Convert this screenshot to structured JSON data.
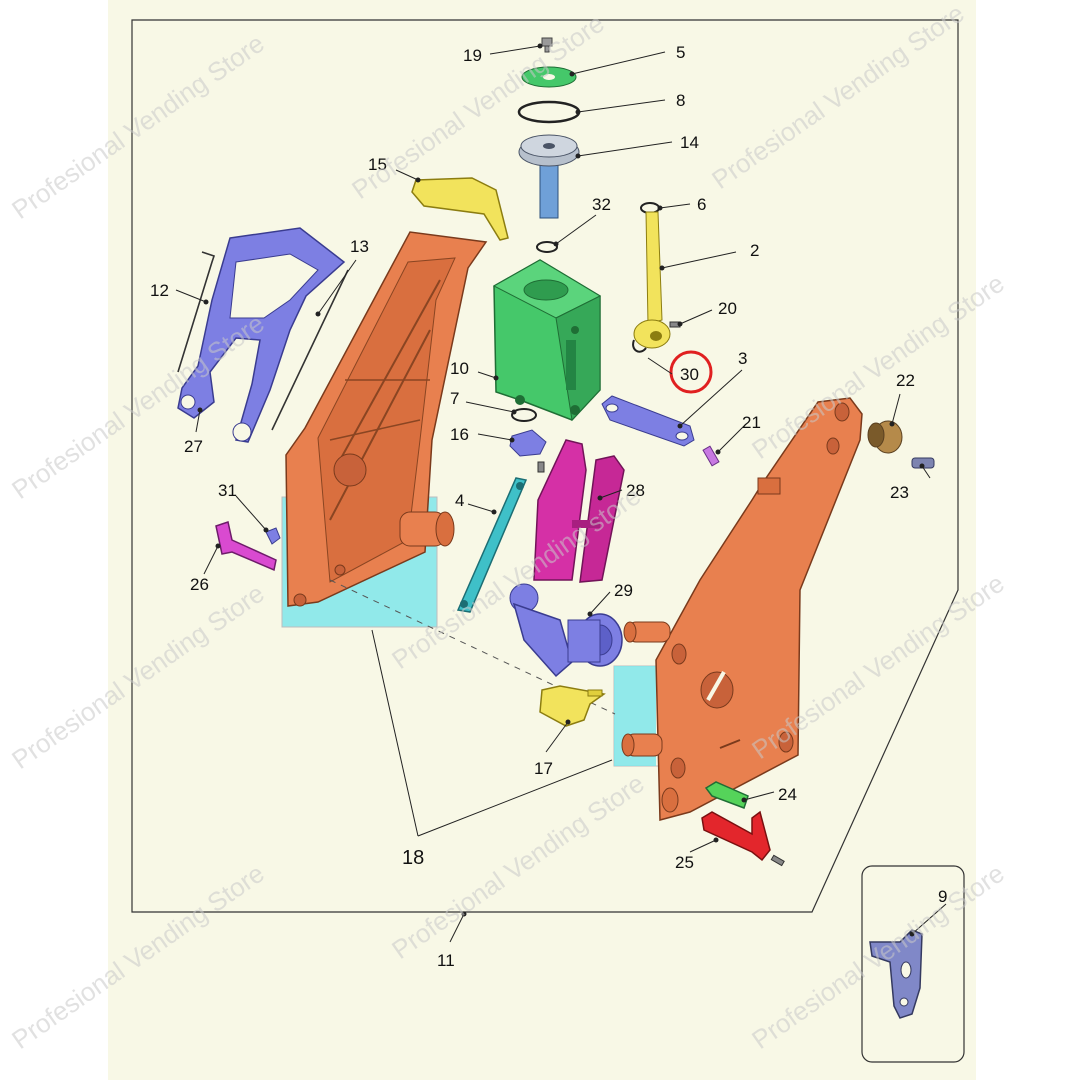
{
  "colors": {
    "background": "#f8f8e6",
    "orange": "#e8804f",
    "green": "#45c86a",
    "yellow": "#f2e35c",
    "blue_purple": "#7d7fe3",
    "magenta": "#d530a6",
    "cyan": "#3fc0c8",
    "red": "#e3262c",
    "lime": "#55d35a",
    "highlight_cyan": "#7fe6ea",
    "callout_ring": "#e02020"
  },
  "labels": {
    "l19": "19",
    "l5": "5",
    "l8": "8",
    "l14": "14",
    "l15": "15",
    "l32": "32",
    "l6": "6",
    "l2": "2",
    "l13": "13",
    "l12": "12",
    "l20": "20",
    "l30": "30",
    "l3": "3",
    "l10": "10",
    "l7": "7",
    "l16": "16",
    "l21": "21",
    "l22": "22",
    "l23": "23",
    "l27": "27",
    "l31": "31",
    "l4": "4",
    "l28": "28",
    "l26": "26",
    "l29": "29",
    "l17": "17",
    "l24": "24",
    "l18": "18",
    "l25": "25",
    "l11": "11",
    "l9": "9"
  },
  "watermark": {
    "store": "Profesional Vending Store",
    "store_lower": "Profesional Vending store"
  },
  "icons": {
    "callout": "red-circle-icon"
  }
}
